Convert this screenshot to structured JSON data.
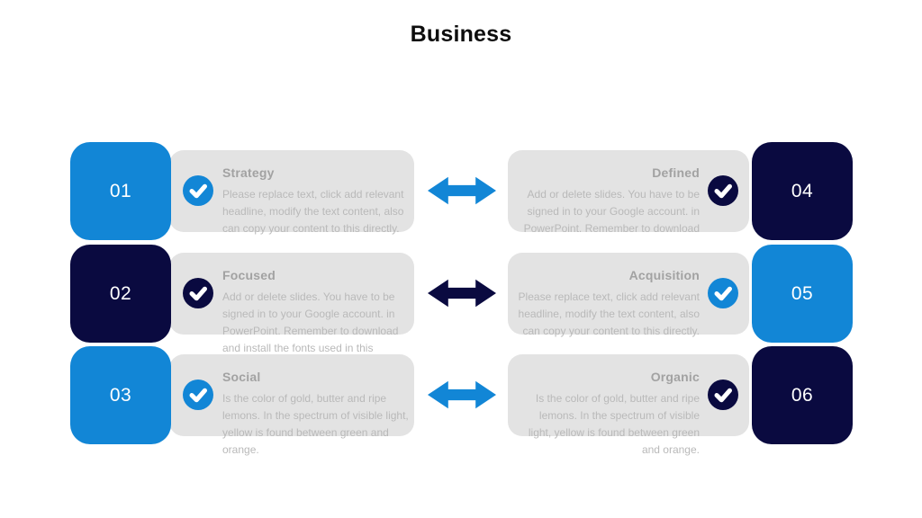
{
  "title": "Business",
  "colors": {
    "blue": "#1286d6",
    "navy": "#0a0a40",
    "card_background": "#e3e3e3",
    "heading_text": "#a2a2a2",
    "body_text": "#b9b9b9",
    "number_text": "#ffffff",
    "title_text": "#0d0d0d"
  },
  "items": [
    {
      "number": "01",
      "heading": "Strategy",
      "body": "Please replace text, click add relevant headline, modify the text content, also can copy your content to this directly.",
      "accent": "blue",
      "side": "left",
      "icon": "check-icon"
    },
    {
      "number": "02",
      "heading": "Focused",
      "body": "Add or delete slides. You have to be signed in to your  Google account. in PowerPoint. Remember to download and install the fonts used in this",
      "accent": "navy",
      "side": "left",
      "icon": "check-icon"
    },
    {
      "number": "03",
      "heading": "Social",
      "body": "Is the color of gold, butter  and ripe lemons. In the  spectrum of visible light,  yellow is found between  green and orange.",
      "accent": "blue",
      "side": "left",
      "icon": "check-icon"
    },
    {
      "number": "04",
      "heading": "Defined",
      "body": "Add or delete slides. You have to be signed in to your  Google account. in PowerPoint. Remember to download",
      "accent": "navy",
      "side": "right",
      "icon": "check-icon"
    },
    {
      "number": "05",
      "heading": "Acquisition",
      "body": "Please replace text, click add relevant headline, modify the text content, also can copy your content to this directly.",
      "accent": "blue",
      "side": "right",
      "icon": "check-icon"
    },
    {
      "number": "06",
      "heading": "Organic",
      "body": "Is the color of gold, butter  and ripe lemons. In the  spectrum of visible light,  yellow is found between  green and orange.",
      "accent": "navy",
      "side": "right",
      "icon": "check-icon"
    }
  ],
  "arrows": [
    {
      "accent": "blue",
      "direction": "both"
    },
    {
      "accent": "navy",
      "direction": "both"
    },
    {
      "accent": "blue",
      "direction": "both"
    }
  ]
}
